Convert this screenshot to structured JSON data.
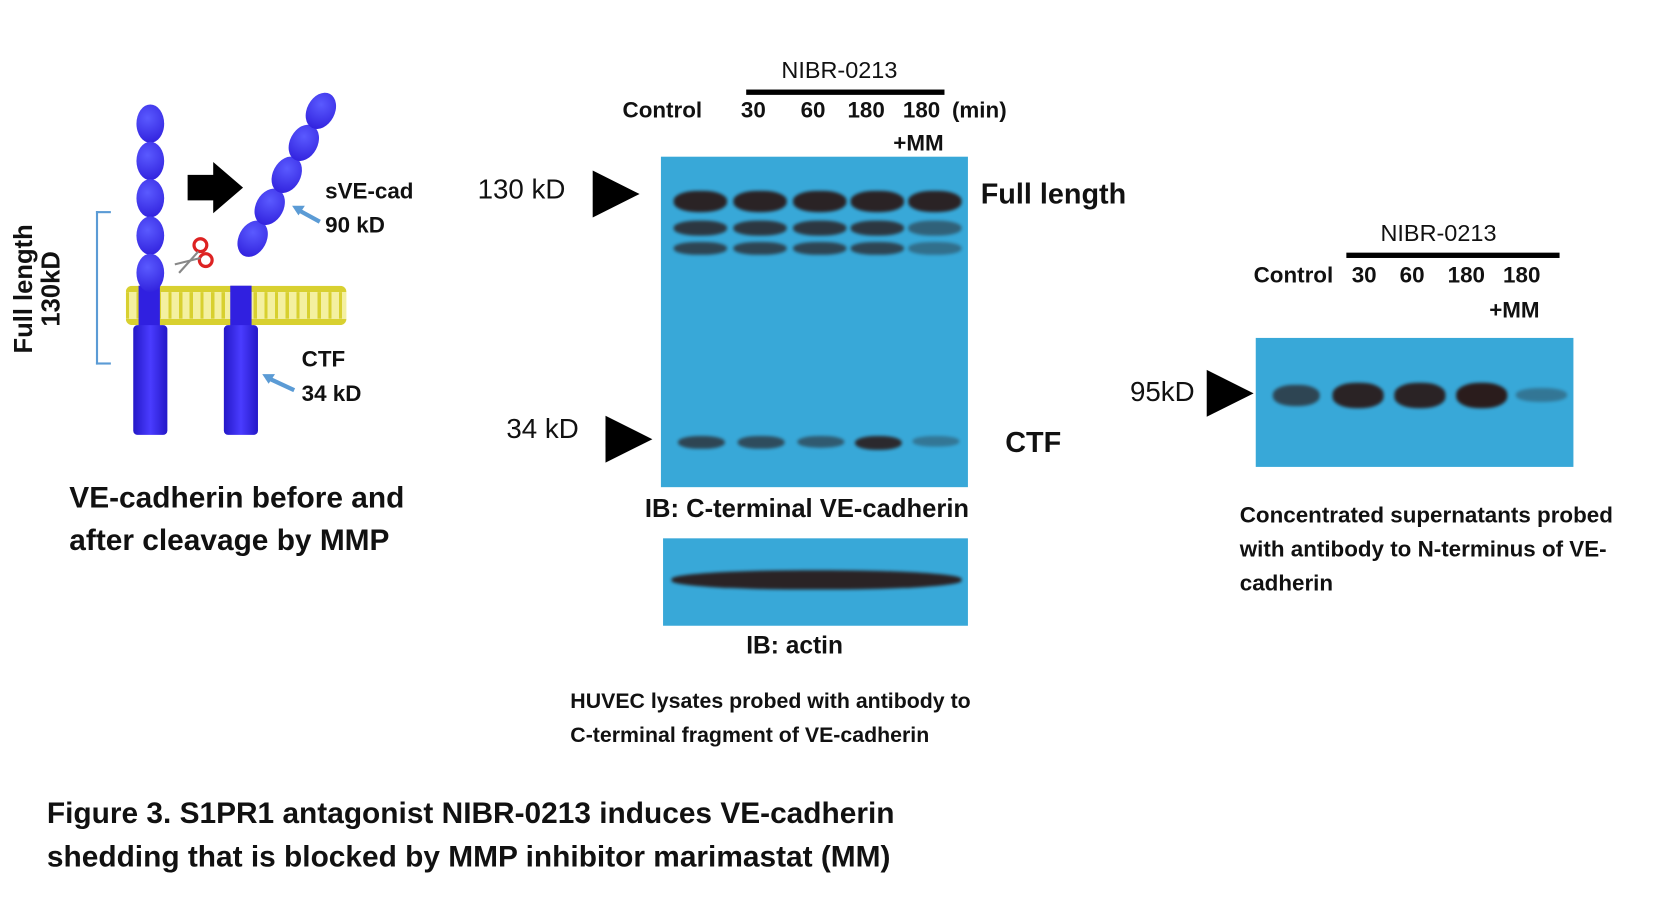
{
  "diagram": {
    "full_length_label": [
      "Full length",
      "130kD"
    ],
    "sve_label": "sVE-cad",
    "sve_kd": "90 kD",
    "ctf_label": "CTF",
    "ctf_kd": "34 kD",
    "caption": [
      "VE-cadherin before and",
      "after cleavage by MMP"
    ]
  },
  "lysate_blot": {
    "treatment": "NIBR-0213",
    "lanes": [
      "Control",
      "30",
      "60",
      "180",
      "180"
    ],
    "unit": "(min)",
    "mm_label": "+MM",
    "marker_130": "130 kD",
    "marker_34": "34 kD",
    "full_length": "Full length",
    "ctf": "CTF",
    "ib_label": "IB: C-terminal VE-cadherin",
    "actin_label": "IB: actin",
    "caption": [
      "HUVEC lysates probed with antibody to",
      "C-terminal fragment of VE-cadherin"
    ],
    "ctf_intensity": [
      0.7,
      0.65,
      0.55,
      0.9,
      0.35
    ]
  },
  "supernatant_blot": {
    "treatment": "NIBR-0213",
    "lanes": [
      "Control",
      "30",
      "60",
      "180",
      "180"
    ],
    "mm_label": "+MM",
    "marker": "95kD",
    "caption": [
      "Concentrated  supernatants probed",
      "with antibody to N-terminus of VE-",
      "cadherin"
    ],
    "intensity": [
      0.7,
      0.95,
      0.95,
      1.0,
      0.2
    ]
  },
  "figure_caption": [
    "Figure 3.  S1PR1 antagonist NIBR-0213 induces VE-cadherin",
    "shedding that is blocked by MMP inhibitor marimastat (MM)"
  ],
  "colors": {
    "blot": "#38a8d8",
    "protein": "#2a18d8",
    "membrane": "#d8d030"
  }
}
